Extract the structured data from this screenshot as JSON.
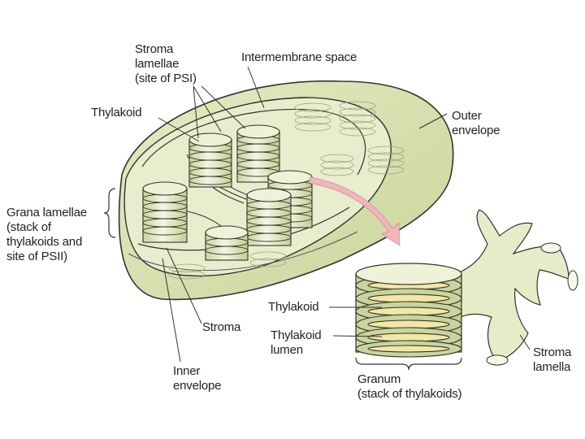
{
  "labels": {
    "stroma_lamellae": [
      "Stroma",
      "lamellae",
      "(site of PSI)"
    ],
    "intermembrane_space": [
      "Intermembrane space"
    ],
    "thylakoid_top": [
      "Thylakoid"
    ],
    "outer_envelope": [
      "Outer",
      "envelope"
    ],
    "grana_lamellae": [
      "Grana lamellae",
      "(stack of",
      "thylakoids and",
      "site of PSII)"
    ],
    "thylakoid_inset": [
      "Thylakoid"
    ],
    "stroma": [
      "Stroma"
    ],
    "thylakoid_lumen": [
      "Thylakoid",
      "lumen"
    ],
    "inner_envelope": [
      "Inner",
      "envelope"
    ],
    "granum": [
      "Granum",
      "(stack of thylakoids)"
    ],
    "stroma_lamella": [
      "Stroma",
      "lamella"
    ]
  },
  "colors": {
    "envelope_fill": "#d9e2b4",
    "stroma_fill": "#e6ecc8",
    "stack_fill": "#eef2d6",
    "lumen_fill": "#f1e7a6",
    "line": "#333333",
    "arrow": "#f2b5bd"
  }
}
